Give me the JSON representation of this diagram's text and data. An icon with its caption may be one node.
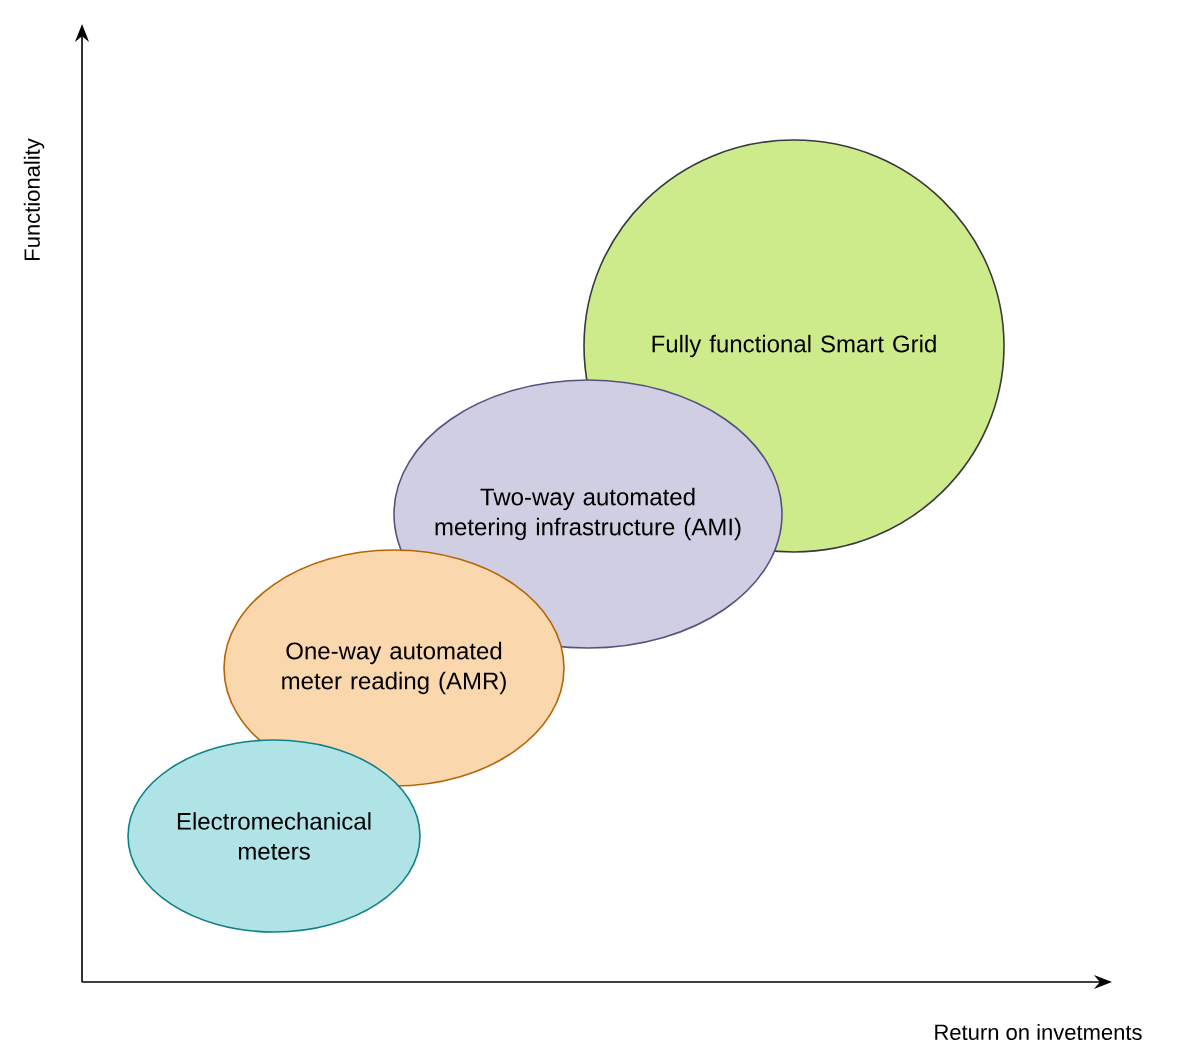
{
  "diagram": {
    "nodes": [
      {
        "text": [
          "Fully functional Smart Grid"
        ]
      },
      {
        "text": [
          "Two-way automated metering infrastructure (AMI)"
        ]
      },
      {
        "text": [
          "One-way automated meter reading (AMR)"
        ]
      },
      {
        "text": [
          "Electromechanical meters"
        ]
      }
    ],
    "labels": [
      "Functionality",
      "Return on invetments"
    ]
  }
}
